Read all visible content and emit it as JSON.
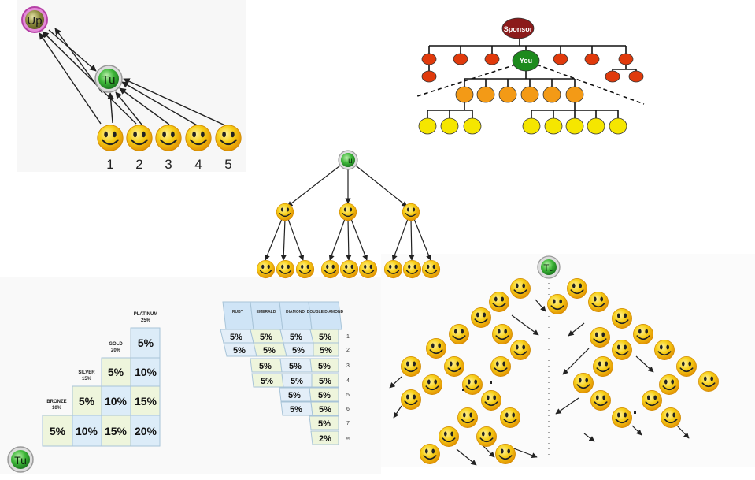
{
  "nodes": {
    "upline": "Up",
    "you_it": "Tu",
    "sponsor": "Sponsor",
    "you_en": "You"
  },
  "panel_a": {
    "numbers": [
      "1",
      "2",
      "3",
      "4",
      "5"
    ]
  },
  "panel_f": {
    "levels": [
      {
        "name": "BRONZE",
        "pct": "10%"
      },
      {
        "name": "SILVER",
        "pct": "15%"
      },
      {
        "name": "GOLD",
        "pct": "20%"
      },
      {
        "name": "PLATINUM",
        "pct": "25%"
      }
    ],
    "rows": [
      [
        "5%",
        "10%",
        "15%",
        "20%"
      ],
      [
        "5%",
        "10%",
        "15%"
      ],
      [
        "5%",
        "10%"
      ],
      [
        "5%"
      ]
    ]
  },
  "panel_e": {
    "headers": [
      "RUBY",
      "EMERALD",
      "DIAMOND",
      "DOUBLE DIAMOND"
    ],
    "rows": [
      {
        "cells": [
          "5%",
          "5%",
          "5%",
          "5%"
        ],
        "label": "1"
      },
      {
        "cells": [
          "5%",
          "5%",
          "5%",
          "5%"
        ],
        "label": "2"
      },
      {
        "cells": [
          "5%",
          "5%",
          "5%"
        ],
        "label": "3"
      },
      {
        "cells": [
          "5%",
          "5%",
          "5%"
        ],
        "label": "4"
      },
      {
        "cells": [
          "5%",
          "5%"
        ],
        "label": "5"
      },
      {
        "cells": [
          "5%",
          "5%"
        ],
        "label": "6"
      },
      {
        "cells": [
          "5%"
        ],
        "label": "7"
      },
      {
        "cells": [
          "2%"
        ],
        "label": "∞"
      }
    ]
  },
  "colors": {
    "smiley": "#f6c516",
    "smiley_dark": "#e09a00",
    "sponsor": "#8b1a1a",
    "you_green": "#1d8a1d",
    "level_red": "#e03a0c",
    "level_orange": "#f39a16",
    "level_yellow": "#f5e600",
    "cell_blue": "#dcecf8",
    "cell_green": "#eef5dc"
  }
}
